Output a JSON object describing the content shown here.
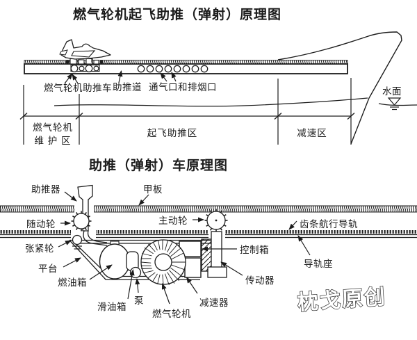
{
  "titles": {
    "top": "燃气轮机起飞助推（弹射）原理图",
    "bottom": "助推（弹射）车原理图"
  },
  "top_diagram": {
    "labels": {
      "booster_cart": "燃气轮机助推车",
      "boost_channel": "助推道",
      "vents": "通气口和排烟口",
      "water_surface": "水面",
      "zone_maintenance_line1": "燃气轮机",
      "zone_maintenance_line2": "维 护 区",
      "zone_boost": "起飞助推区",
      "zone_decel": "减速区"
    }
  },
  "bottom_diagram": {
    "labels": {
      "booster": "助推器",
      "deck": "甲板",
      "follower_wheel": "随动轮",
      "drive_wheel": "主动轮",
      "rack_rail": "齿条航行导轨",
      "tension_wheel": "张紧轮",
      "platform": "平台",
      "fuel_tank": "燃油箱",
      "oil_tank": "滑油箱",
      "pump": "泵",
      "gas_turbine": "燃气轮机",
      "reducer": "减速器",
      "control_box": "控制箱",
      "transmission": "传动器",
      "rail_seat": "导轨座"
    }
  },
  "watermark": "枕戈原创",
  "colors": {
    "ink": "#1c1c1c",
    "background": "#ffffff"
  }
}
